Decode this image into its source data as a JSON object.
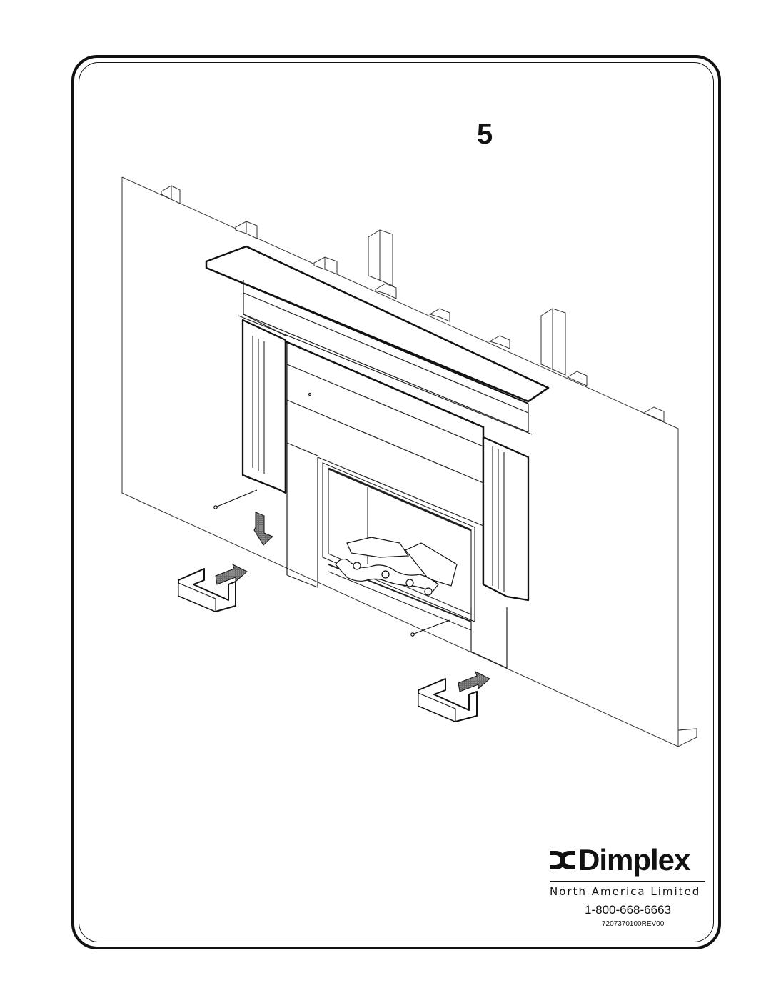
{
  "step": {
    "number": "5"
  },
  "brand": {
    "name": "Dimplex",
    "subtitle": "North America Limited",
    "phone": "1-800-668-6663",
    "document_code": "7207370100REV00"
  },
  "illustration": {
    "subject": "mantel assembly attached to wall with screws and brackets",
    "colors": {
      "line": "#111111",
      "arrow_fill": "#555555"
    }
  }
}
